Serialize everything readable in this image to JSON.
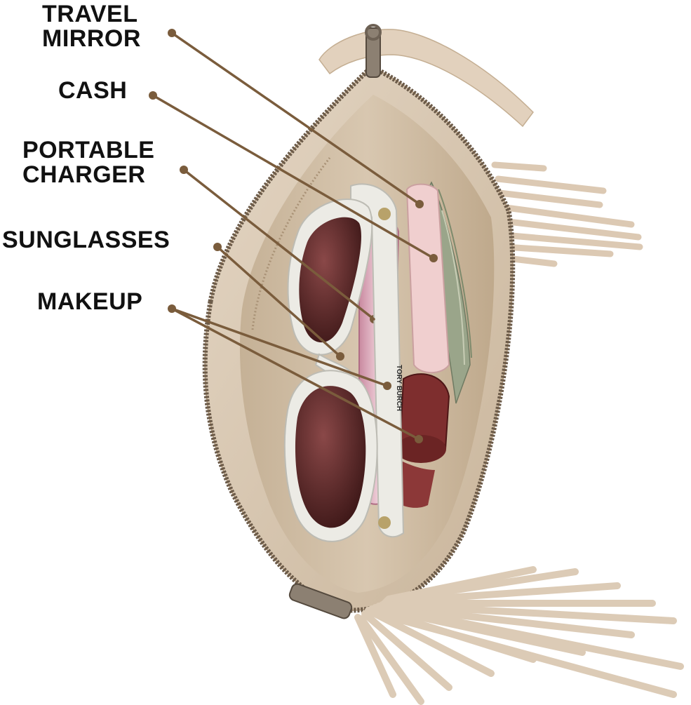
{
  "labels": {
    "travel_mirror": [
      "TRAVEL",
      "MIRROR"
    ],
    "cash": "CASH",
    "portable_charger": [
      "PORTABLE",
      "CHARGER"
    ],
    "sunglasses": "SUNGLASSES",
    "makeup": "MAKEUP"
  },
  "product_text": {
    "sunglasses_brand": "TORY BURCH"
  },
  "colors": {
    "leader_line": "#7a5c3c",
    "label_text": "#111111",
    "suede": "#d9c8b4",
    "lining": "#cdbba3",
    "zipper": "#6b5a48",
    "frame": "#ecebe5",
    "lens": "#5e2a2a",
    "charger": "#e6bfca",
    "mirror": "#f0cfcf",
    "cash": "#9aa58a",
    "makeup": "#7e2e2e"
  },
  "icons": {
    "zipper_pull": "zipper-pull",
    "fringe": "fringe-tassel"
  }
}
